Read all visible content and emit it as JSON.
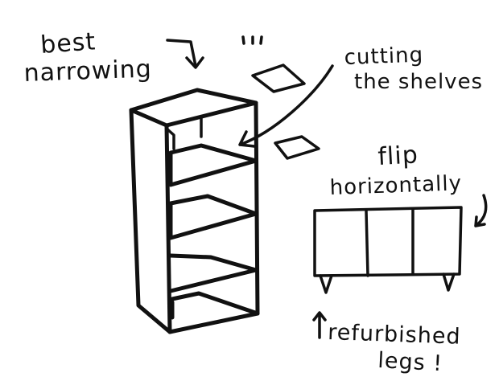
{
  "notes": {
    "best_line1": "best",
    "best_line2": "narrowing",
    "cutting_line1": "cutting",
    "cutting_line2": "the shelves",
    "flip_line1": "flip",
    "flip_line2": "horizontally",
    "legs_line1": "refurbished",
    "legs_line2": "legs !"
  },
  "marks": {
    "tick_marks": "'''"
  }
}
